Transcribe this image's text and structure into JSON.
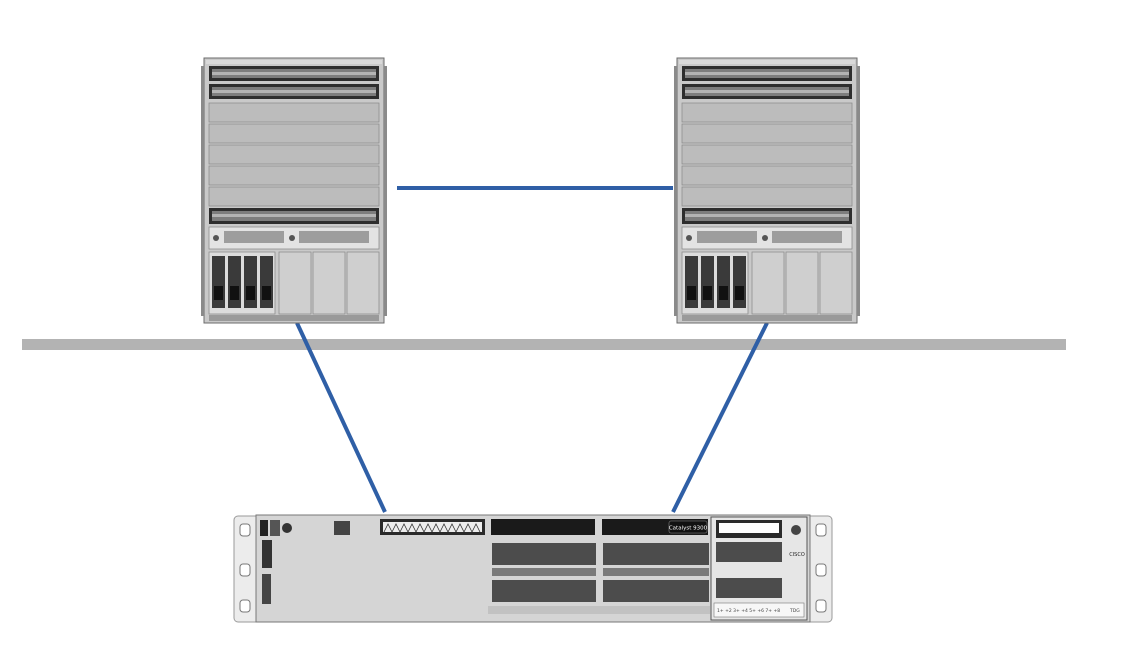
{
  "colors": {
    "link": "#2f5fa6",
    "backbone": "#b3b3b3",
    "chassis": "#c7c7c7",
    "chassis_dark": "#555555",
    "switch_body": "#d5d5d5"
  },
  "nodes": [
    {
      "id": "core-chassis-left",
      "kind": "modular-chassis"
    },
    {
      "id": "core-chassis-right",
      "kind": "modular-chassis"
    },
    {
      "id": "access-switch",
      "kind": "rack-switch",
      "model": "Catalyst 9300",
      "brand": "CISCO"
    }
  ],
  "links": [
    {
      "from": "core-chassis-left",
      "to": "core-chassis-right",
      "name": "inter-chassis-link"
    },
    {
      "from": "core-chassis-left",
      "to": "access-switch",
      "name": "uplink-left"
    },
    {
      "from": "core-chassis-right",
      "to": "access-switch",
      "name": "uplink-right"
    }
  ],
  "switch_labels": {
    "model": "Catalyst 9300",
    "brand": "CISCO",
    "port_numbers": "1+ +2 3+ +4 5+ +6 7+ +8",
    "uplink_tag": "TDG"
  }
}
